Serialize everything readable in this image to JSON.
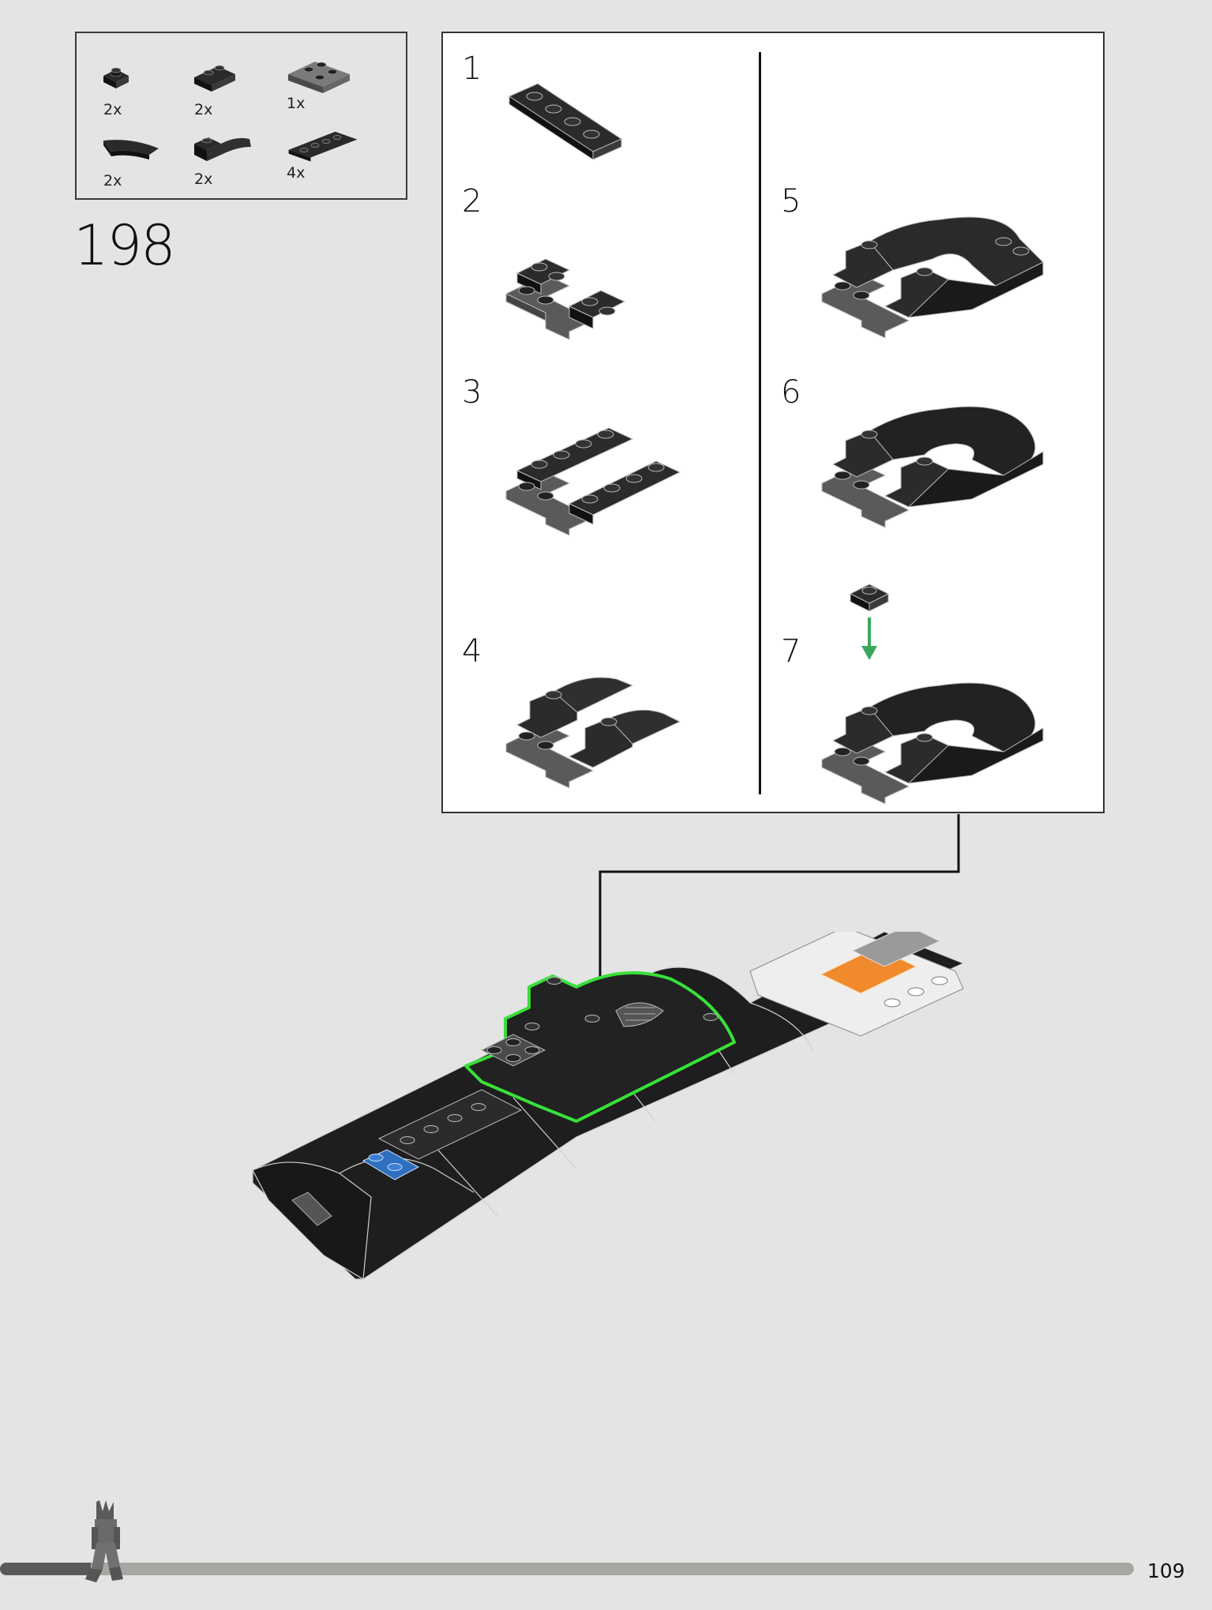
{
  "parts": [
    {
      "qty": "2x",
      "icon": "plate-1x1-icon"
    },
    {
      "qty": "2x",
      "icon": "plate-1x2-icon"
    },
    {
      "qty": "1x",
      "icon": "plate-2x2-icon"
    },
    {
      "qty": "2x",
      "icon": "curved-tile-icon"
    },
    {
      "qty": "2x",
      "icon": "curved-slope-icon"
    },
    {
      "qty": "4x",
      "icon": "plate-1x4-icon"
    }
  ],
  "step_number": "198",
  "substeps": [
    "1",
    "2",
    "3",
    "4",
    "5",
    "6",
    "7"
  ],
  "page_number": "109",
  "progress": 0.08,
  "colors": {
    "background": "#e4e4e4",
    "brick_black": "#1e1e1e",
    "brick_dark_gray": "#5c5c5c",
    "highlight_green": "#39e03a",
    "arrow_green": "#3aa85a",
    "blue": "#2f6fc0",
    "orange": "#f08a2c"
  }
}
